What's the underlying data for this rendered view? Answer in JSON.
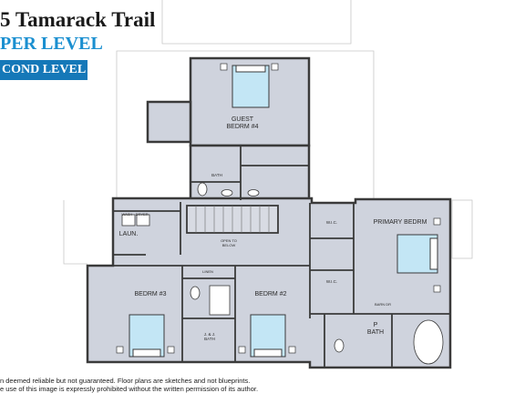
{
  "header": {
    "title": "5 Tamarack Trail",
    "subtitle": "PER LEVEL",
    "level_badge": "COND LEVEL"
  },
  "colors": {
    "accent": "#1a8fd0",
    "badge": "#1578b8",
    "wall": "#3a3a3a",
    "room_fill": "#cfd3dd",
    "bed_fill": "#c3e6f5"
  },
  "rooms": {
    "guest_bedrm": "GUEST\nBEDRM #4",
    "bath_top": "BATH",
    "wic_1": "W.I.C.",
    "wic_2": "W.I.C.",
    "primary_bedrm": "PRIMARY BEDRM",
    "laun": "LAUN.",
    "washer_dryer": "WASH   DRYER",
    "open_to_below": "OPEN TO\nBELOW",
    "linen": "LINEN",
    "bedrm_3": "BEDRM #3",
    "bedrm_2": "BEDRM #2",
    "jj_bath": "J. & J.\nBATH",
    "barn_dr": "BARN DR",
    "p_bath": "P\nBATH"
  },
  "footer": {
    "line1": "n deemed reliable but not guaranteed. Floor plans are sketches and not blueprints.",
    "line2": "e use of  this image is expressly prohibited without the written permission of its author."
  }
}
